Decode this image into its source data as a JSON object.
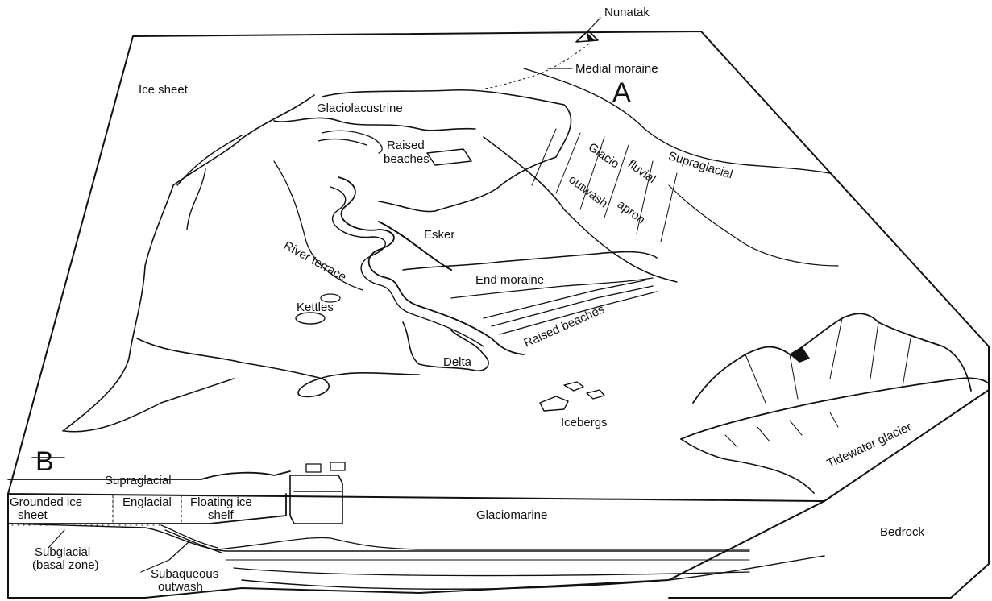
{
  "section_labels": {
    "a": "A",
    "b": "B"
  },
  "labels": {
    "nunatak": "Nunatak",
    "medial_moraine": "Medial moraine",
    "ice_sheet": "Ice sheet",
    "glaciolacustrine": "Glaciolacustrine",
    "raised_beaches_upper_1": "Raised",
    "raised_beaches_upper_2": "beaches",
    "glacio": "Glacio",
    "fluvial": "fluvial",
    "supraglacial_upper": "Supraglacial",
    "outwash": "outwash",
    "apron": "apron",
    "esker": "Esker",
    "river_terrace": "River terrace",
    "end_moraine": "End moraine",
    "kettles": "Kettles",
    "raised_beaches_lower": "Raised beaches",
    "delta": "Delta",
    "icebergs": "Icebergs",
    "tidewater_glacier": "Tidewater glacier",
    "supraglacial_lower": "Supraglacial",
    "grounded_ice_1": "Grounded ice",
    "grounded_ice_2": "sheet",
    "englacial": "Englacial",
    "floating_ice_1": "Floating ice",
    "floating_ice_2": "shelf",
    "glaciomarine": "Glaciomarine",
    "bedrock": "Bedrock",
    "subglacial_1": "Subglacial",
    "subglacial_2": "(basal zone)",
    "subaqueous_1": "Subaqueous",
    "subaqueous_2": "outwash"
  }
}
